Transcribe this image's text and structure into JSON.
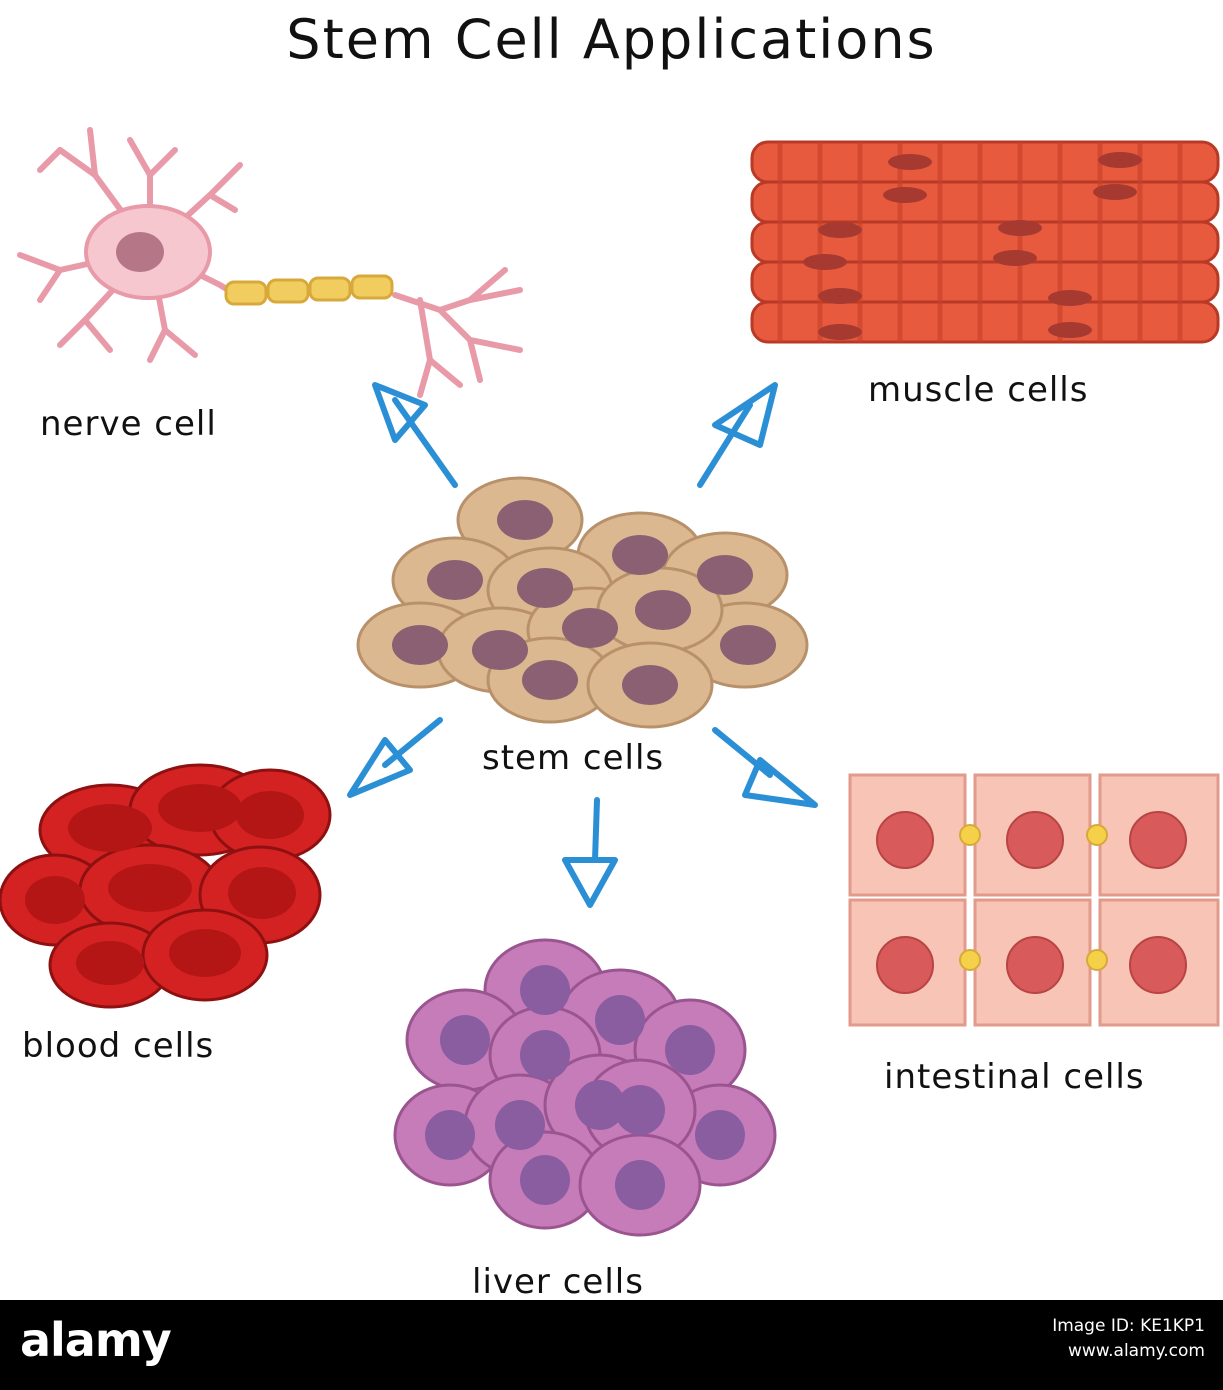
{
  "title": "Stem Cell Applications",
  "labels": {
    "nerve": "nerve cell",
    "muscle": "muscle cells",
    "stem": "stem cells",
    "blood": "blood cells",
    "intestinal": "intestinal cells",
    "liver": "liver cells"
  },
  "footer": {
    "logo": "alamy",
    "image_id": "Image ID: KE1KP1",
    "site": "www.alamy.com"
  },
  "colors": {
    "arrow": "#2b8fd6",
    "stem_cytoplasm": "#d9b88f",
    "stem_nucleus": "#8a5f73",
    "blood": "#d01e1e",
    "liver_cytoplasm": "#c77ab8",
    "liver_nucleus": "#8c5fa2",
    "muscle": "#e0553a",
    "intestine": "#f6c2b4",
    "nerve": "#f2b6c0"
  }
}
